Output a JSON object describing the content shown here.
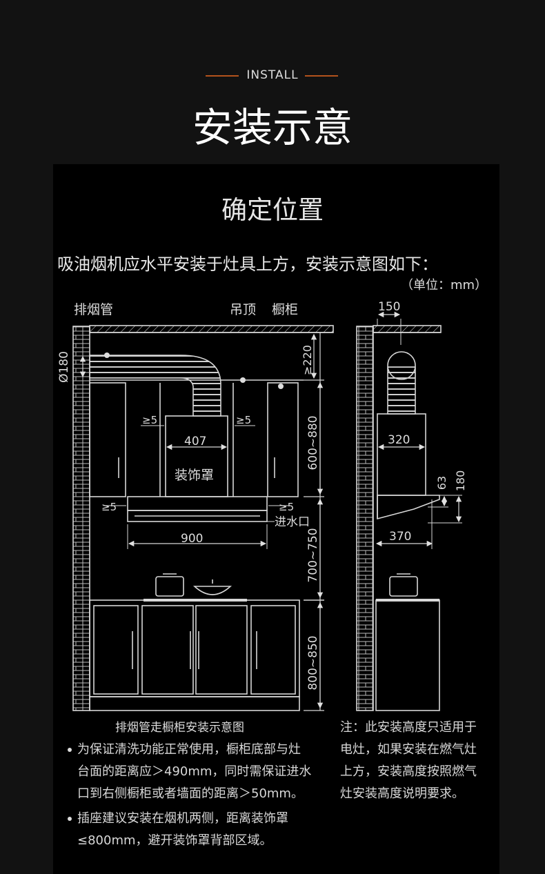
{
  "header": {
    "eyebrow": "INSTALL",
    "title": "安装示意"
  },
  "panel": {
    "title": "确定位置",
    "intro": "吸油烟机应水平安装于灶具上方，安装示意图如下：",
    "unit": "（单位：mm）"
  },
  "front_view": {
    "labels": {
      "duct": "排烟管",
      "ceiling": "吊顶",
      "cabinet": "橱柜",
      "decor_cover": "装饰罩",
      "water_inlet": "进水口"
    },
    "dims": {
      "duct_dia": "Ø180",
      "top_gap": "≥220",
      "hood_height": "600~880",
      "cover_width": "407",
      "side_gap_left": "≥5",
      "side_gap_right": "≥5",
      "lower_gap_left": "≥5",
      "lower_gap_right": "≥5",
      "hood_width": "900",
      "stove_height": "700~750",
      "counter_height": "800~850"
    },
    "caption": "排烟管走橱柜安装示意图"
  },
  "side_view": {
    "dims": {
      "top_offset": "150",
      "cover_depth": "320",
      "d63": "63",
      "d180": "180",
      "hood_depth": "370"
    }
  },
  "notes": {
    "bullet1": [
      "为保证清洗功能正常使用，橱柜底部与灶",
      "台面的距离应＞490mm，同时需保证进水",
      "口到右侧橱柜或者墙面的距离＞50mm。"
    ],
    "bullet2": [
      "插座建议安装在烟机两侧，距离装饰罩",
      "≤800mm，避开装饰罩背部区域。"
    ],
    "side_note": [
      "注：此安装高度只适用于",
      "电灶，如果安装在燃气灶",
      "上方，安装高度按照燃气",
      "灶安装高度说明要求。"
    ]
  },
  "colors": {
    "background": "#121212",
    "panel": "#000000",
    "accent": "#b5531c",
    "line": "#d8d8d8"
  }
}
